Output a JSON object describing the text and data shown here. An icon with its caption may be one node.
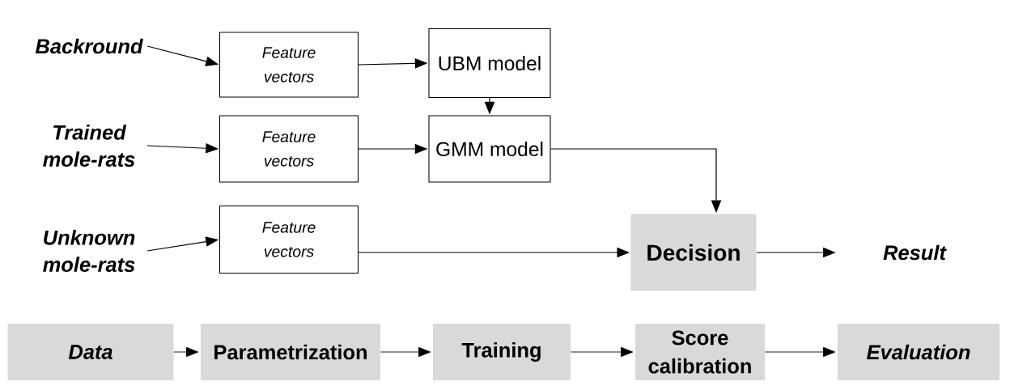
{
  "diagram": {
    "nodes": [
      {
        "text": [
          "Backround"
        ]
      },
      {
        "text": [
          "Feature vectors"
        ]
      },
      {
        "text": [
          "UBM model"
        ]
      },
      {
        "text": [
          "Trained mole-rats"
        ]
      },
      {
        "text": [
          "Feature vectors"
        ]
      },
      {
        "text": [
          "GMM model"
        ]
      },
      {
        "text": [
          "Unknown mole-rats"
        ]
      },
      {
        "text": [
          "Feature vectors"
        ]
      },
      {
        "text": [
          "Decision"
        ]
      },
      {
        "text": [
          "Result"
        ]
      },
      {
        "text": [
          "Data"
        ]
      },
      {
        "text": [
          "Parametrization"
        ]
      },
      {
        "text": [
          "Training"
        ]
      },
      {
        "text": [
          "Score calibration"
        ]
      },
      {
        "text": [
          "Evaluation"
        ]
      }
    ],
    "edges": [
      {
        "from": 0,
        "to": 1,
        "arrow": "to"
      },
      {
        "from": 1,
        "to": 2,
        "arrow": "to"
      },
      {
        "from": 2,
        "to": 5,
        "arrow": "to"
      },
      {
        "from": 3,
        "to": 4,
        "arrow": "to"
      },
      {
        "from": 4,
        "to": 5,
        "arrow": "to"
      },
      {
        "from": 5,
        "to": 8,
        "arrow": "to"
      },
      {
        "from": 6,
        "to": 7,
        "arrow": "to"
      },
      {
        "from": 7,
        "to": 8,
        "arrow": "to"
      },
      {
        "from": 8,
        "to": 9,
        "arrow": "to"
      },
      {
        "from": 10,
        "to": 11,
        "arrow": "to"
      },
      {
        "from": 11,
        "to": 12,
        "arrow": "to"
      },
      {
        "from": 12,
        "to": 13,
        "arrow": "to"
      },
      {
        "from": 13,
        "to": 14,
        "arrow": "to"
      }
    ]
  }
}
